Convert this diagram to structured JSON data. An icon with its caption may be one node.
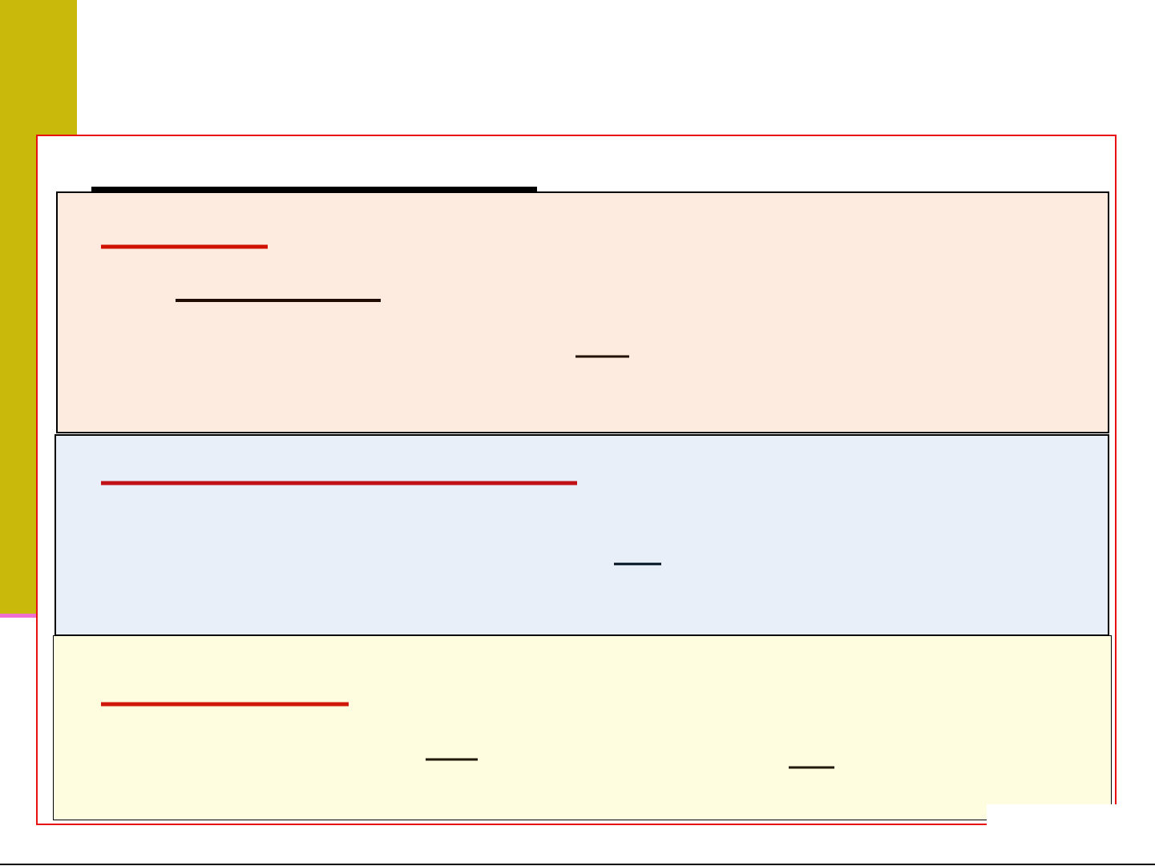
{
  "diagram": {
    "nodes": [
      {
        "text": [],
        "shape": "box"
      },
      {
        "text": [],
        "shape": "box",
        "in": 0
      },
      {
        "text": [],
        "shape": "box",
        "in": 0
      },
      {
        "text": [],
        "shape": "box",
        "in": 0
      }
    ]
  }
}
